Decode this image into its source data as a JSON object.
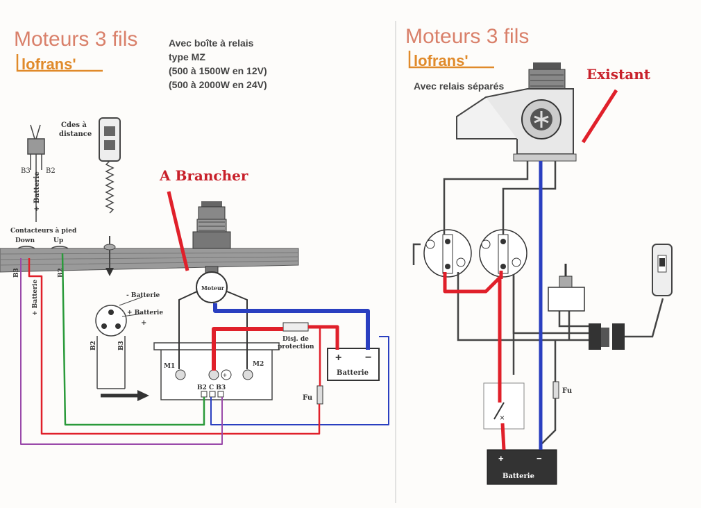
{
  "left_panel": {
    "title": "Moteurs 3 fils",
    "brand": "lofrans'",
    "info": [
      "Avec boîte à relais",
      "type MZ",
      "(500 à 1500W en 12V)",
      "(500 à 2000W en 24V)"
    ],
    "remote_label": [
      "Cdes à",
      "distance"
    ],
    "switch_b3": "B3",
    "switch_b2": "B2",
    "plus_batterie": "+ Batterie",
    "foot_switch_title": "Contacteurs à pied",
    "down": "Down",
    "up": "Up",
    "wire_b3": "B3",
    "wire_b2": "B2",
    "wire_plus_batterie": "+ Batterie",
    "minus_batterie": "- Batterie",
    "plus_batterie_2": "+ Batterie",
    "plus_sign": "+",
    "conn_b2": "B2",
    "conn_b3": "B3",
    "moteur": "Moteur",
    "m1": "M1",
    "m2": "M2",
    "terminals": "B2 C B3",
    "disj": [
      "Disj. de",
      "protection"
    ],
    "batterie": "Batterie",
    "fu": "Fu",
    "annotation": "A Brancher"
  },
  "right_panel": {
    "title": "Moteurs 3 fils",
    "brand": "lofrans'",
    "info": "Avec relais séparés",
    "annotation": "Existant",
    "fu": "Fu",
    "batterie": "Batterie",
    "plus": "+",
    "minus": "−"
  },
  "colors": {
    "title": "#d9806a",
    "brand": "#e08a2a",
    "annotation": "#c8202a",
    "red_wire": "#e0202a",
    "blue_wire": "#2a3fc0",
    "green_wire": "#2a9a3a",
    "purple_wire": "#9a4aaa",
    "schematic": "#333333"
  }
}
